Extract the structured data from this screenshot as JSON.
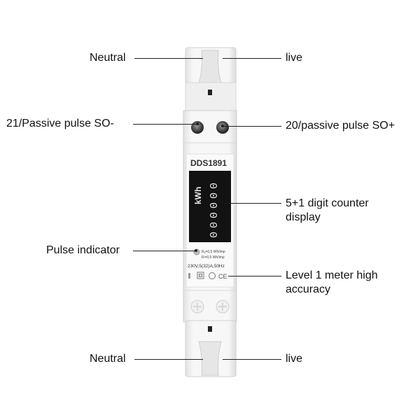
{
  "labels": {
    "neutral_top": "Neutral",
    "live_top": "live",
    "passive_minus": "21/Passive pulse SO-",
    "passive_plus": "20/passive pulse SO+",
    "counter_line1": "5+1 digit counter",
    "counter_line2": "display",
    "pulse_indicator": "Pulse indicator",
    "accuracy_line1": "Level 1 meter high",
    "accuracy_line2": "accuracy",
    "neutral_bottom": "Neutral",
    "live_bottom": "live"
  },
  "device": {
    "model": "DDS1891",
    "unit": "kWh",
    "counter_digits": [
      "0",
      "0",
      "0",
      "0",
      "0",
      "0"
    ],
    "imp_line1": "Rₐ=0,5 Wh/imp",
    "imp_line2": "Rₗ=0,5 Wh/imp",
    "rating": "230V,5(32)A,50Hz",
    "ce_mark": "CE"
  },
  "colors": {
    "housing": "#f2f2f2",
    "window": "#121212",
    "digits": "#e8e8e8",
    "leader": "#222222"
  }
}
